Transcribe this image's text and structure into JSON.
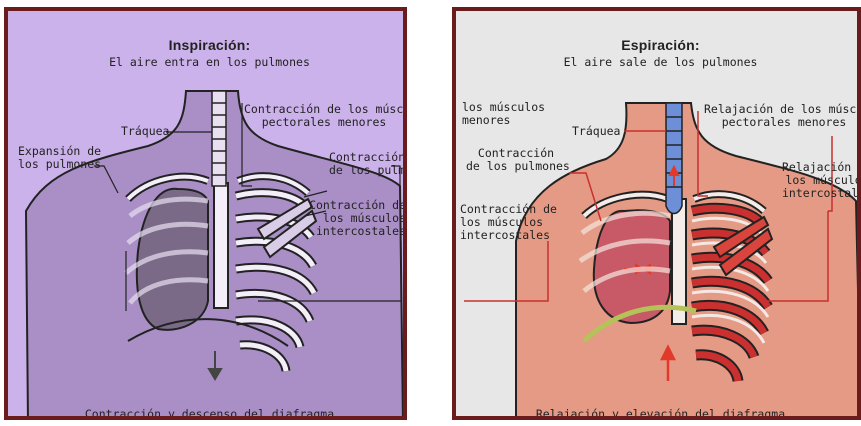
{
  "inspiracion": {
    "title": "Inspiración:",
    "subtitle": "El aire entra en los pulmones",
    "labels": {
      "traquea": "Tráquea",
      "pectorales_line1": "Contracción de los músculos",
      "pectorales_line2": "pectorales menores",
      "expansion_line1": "Expansión de",
      "expansion_line2": "los pulmones",
      "contraccion_pulmones_line1": "Contracción",
      "contraccion_pulmones_line2": "de los pulmon",
      "intercostales_line1": "Contracción de",
      "intercostales_line2": "los músculos",
      "intercostales_line3": "intercostales"
    },
    "caption": "Contracción y descenso del diafragma"
  },
  "espiracion": {
    "title": "Espiración:",
    "subtitle": "El aire sale de los pulmones",
    "labels": {
      "musculos_menores_line1": "los músculos",
      "musculos_menores_line2": "menores",
      "traquea": "Tráquea",
      "relajacion_pectorales_line1": "Relajación de los músculos",
      "relajacion_pectorales_line2": "pectorales menores",
      "contraccion_pulmones_line1": "Contracción",
      "contraccion_pulmones_line2": "de los pulmones",
      "relajacion_intercostales_line1": "Relajación de",
      "relajacion_intercostales_line2": "los músculos",
      "relajacion_intercostales_line3": "intercostales",
      "contraccion_intercostales_line1": "Contracción de",
      "contraccion_intercostales_line2": "los músculos",
      "contraccion_intercostales_line3": "intercostales"
    },
    "caption": "Relajación y elevación del diafragma"
  },
  "colors": {
    "frame": "#6a1b1b",
    "left_background": "#ccb2ea",
    "left_body": "#a98fc6",
    "right_background": "#e7e7e7",
    "right_body": "#e49a84",
    "trachea_right": "#6c8fd8",
    "diaphragm_right": "#b5c25a",
    "arrow_right": "#e23a2a"
  }
}
